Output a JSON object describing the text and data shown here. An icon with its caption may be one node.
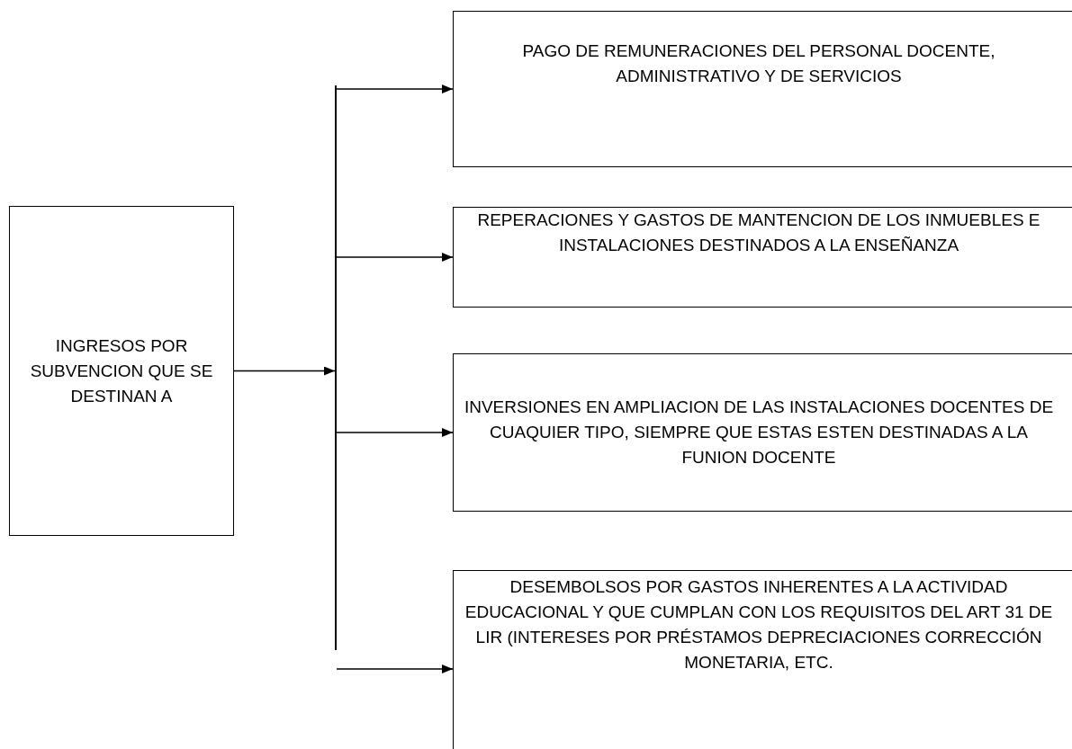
{
  "diagram": {
    "nodes": [
      {
        "text": [
          "INGRESOS POR SUBVENCION QUE SE DESTINAN A"
        ]
      },
      {
        "text": [],
        "shape": "bar"
      },
      {
        "text": [
          "PAGO DE REMUNERACIONES DEL PERSONAL DOCENTE, ADMINISTRATIVO Y DE SERVICIOS"
        ]
      },
      {
        "text": [
          "REPERACIONES Y GASTOS DE MANTENCION DE LOS INMUEBLES E INSTALACIONES DESTINADOS A LA ENSEÑANZA"
        ]
      },
      {
        "text": [
          "INVERSIONES EN AMPLIACION DE LAS INSTALACIONES DOCENTES DE CUAQUIER TIPO, SIEMPRE QUE ESTAS ESTEN DESTINADAS A LA FUNION DOCENTE"
        ]
      },
      {
        "text": [
          "DESEMBOLSOS POR GASTOS INHERENTES A LA ACTIVIDAD EDUCACIONAL Y QUE CUMPLAN CON LOS REQUISITOS DEL ART 31 DE LIR (INTERESES POR PRÉSTAMOS DEPRECIACIONES CORRECCIÓN MONETARIA, ETC."
        ]
      }
    ],
    "edges": [
      {
        "from": 0,
        "to": 1,
        "arrow": "to"
      },
      {
        "from": 1,
        "to": 2,
        "arrow": "to"
      },
      {
        "from": 1,
        "to": 3,
        "arrow": "to"
      },
      {
        "from": 1,
        "to": 4,
        "arrow": "to"
      },
      {
        "from": 1,
        "to": 5,
        "arrow": "to"
      }
    ]
  }
}
